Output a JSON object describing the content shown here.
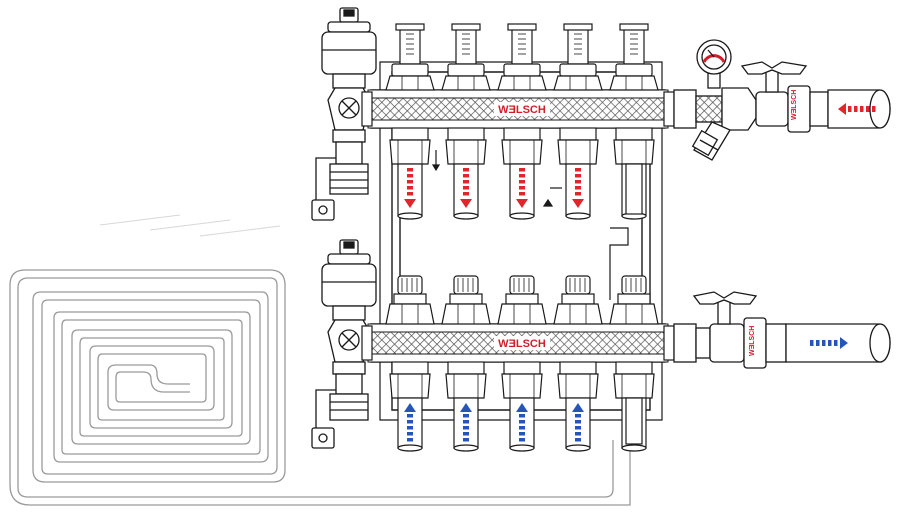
{
  "manifold": {
    "supply_bar_label": "WƎLSCH",
    "return_bar_label": "WƎLSCH",
    "supply_valve_label": "WƎLSCH",
    "return_valve_label": "WƎLSCH"
  },
  "colors": {
    "supply_arrow": "#e0262b",
    "return_arrow": "#2456b8",
    "line": "#1a1a1a",
    "pipe_loop": "#9a9a9a",
    "brand_red": "#d01f2a"
  },
  "icons": {
    "supply_flow": "arrow-left-icon",
    "return_flow": "arrow-right-icon",
    "loop_supply": "arrow-down-icon",
    "loop_return": "arrow-up-icon",
    "gauge": "pressure-gauge-icon",
    "air_vent": "air-vent-icon",
    "drain": "drain-valve-icon"
  },
  "circuits": {
    "supply_outlets": 5,
    "return_inlets": 5
  }
}
